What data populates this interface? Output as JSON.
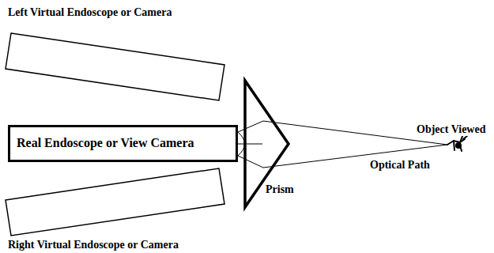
{
  "diagram": {
    "nodes": [
      {
        "text": [
          "Left Virtual Endoscope or Camera"
        ]
      },
      {
        "text": [
          "Real Endoscope or View Camera"
        ]
      },
      {
        "text": [
          "Right Virtual Endoscope or Camera"
        ]
      }
    ],
    "labels": [
      "Object Viewed",
      "Optical Path",
      "Prism"
    ]
  }
}
